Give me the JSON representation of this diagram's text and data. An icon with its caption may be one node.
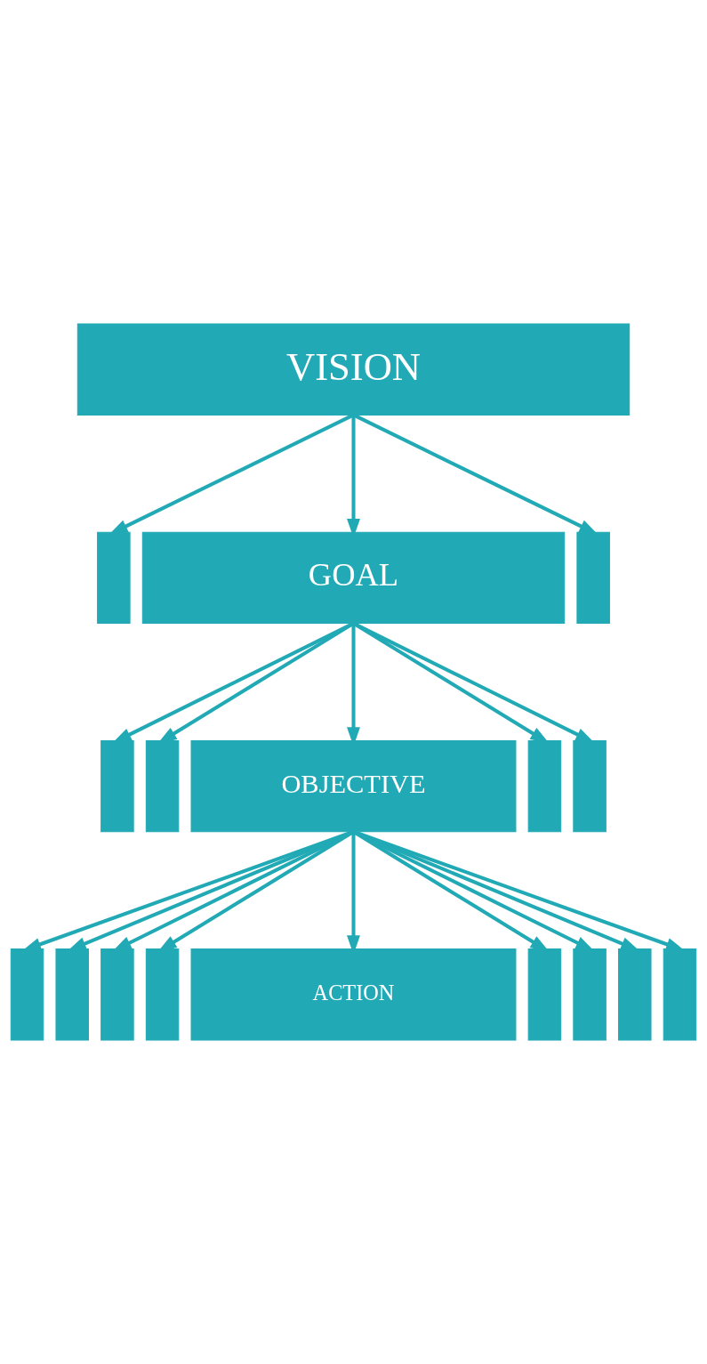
{
  "diagram": {
    "nodes": [
      {
        "text": [
          "VISION"
        ]
      },
      {
        "text": [],
        "shape": "bar"
      },
      {
        "text": [
          "GOAL"
        ]
      },
      {
        "text": [],
        "shape": "bar"
      },
      {
        "text": [],
        "shape": "bar"
      },
      {
        "text": [],
        "shape": "bar"
      },
      {
        "text": [
          "OBJECTIVE"
        ]
      },
      {
        "text": [],
        "shape": "bar"
      },
      {
        "text": [],
        "shape": "bar"
      },
      {
        "text": [],
        "shape": "bar"
      },
      {
        "text": [],
        "shape": "bar"
      },
      {
        "text": [],
        "shape": "bar"
      },
      {
        "text": [],
        "shape": "bar"
      },
      {
        "text": [
          "ACTION"
        ]
      },
      {
        "text": [],
        "shape": "bar"
      },
      {
        "text": [],
        "shape": "bar"
      },
      {
        "text": [],
        "shape": "bar"
      },
      {
        "text": [],
        "shape": "bar"
      }
    ],
    "edges": [
      {
        "from": 0,
        "to": 1,
        "arrow": "to"
      },
      {
        "from": 0,
        "to": 2,
        "arrow": "to"
      },
      {
        "from": 0,
        "to": 3,
        "arrow": "to"
      },
      {
        "from": 2,
        "to": 4,
        "arrow": "to"
      },
      {
        "from": 2,
        "to": 5,
        "arrow": "to"
      },
      {
        "from": 2,
        "to": 6,
        "arrow": "to"
      },
      {
        "from": 2,
        "to": 7,
        "arrow": "to"
      },
      {
        "from": 2,
        "to": 8,
        "arrow": "to"
      },
      {
        "from": 6,
        "to": 9,
        "arrow": "to"
      },
      {
        "from": 6,
        "to": 10,
        "arrow": "to"
      },
      {
        "from": 6,
        "to": 11,
        "arrow": "to"
      },
      {
        "from": 6,
        "to": 12,
        "arrow": "to"
      },
      {
        "from": 6,
        "to": 13,
        "arrow": "to"
      },
      {
        "from": 6,
        "to": 14,
        "arrow": "to"
      },
      {
        "from": 6,
        "to": 15,
        "arrow": "to"
      },
      {
        "from": 6,
        "to": 16,
        "arrow": "to"
      },
      {
        "from": 6,
        "to": 17,
        "arrow": "to"
      }
    ]
  }
}
